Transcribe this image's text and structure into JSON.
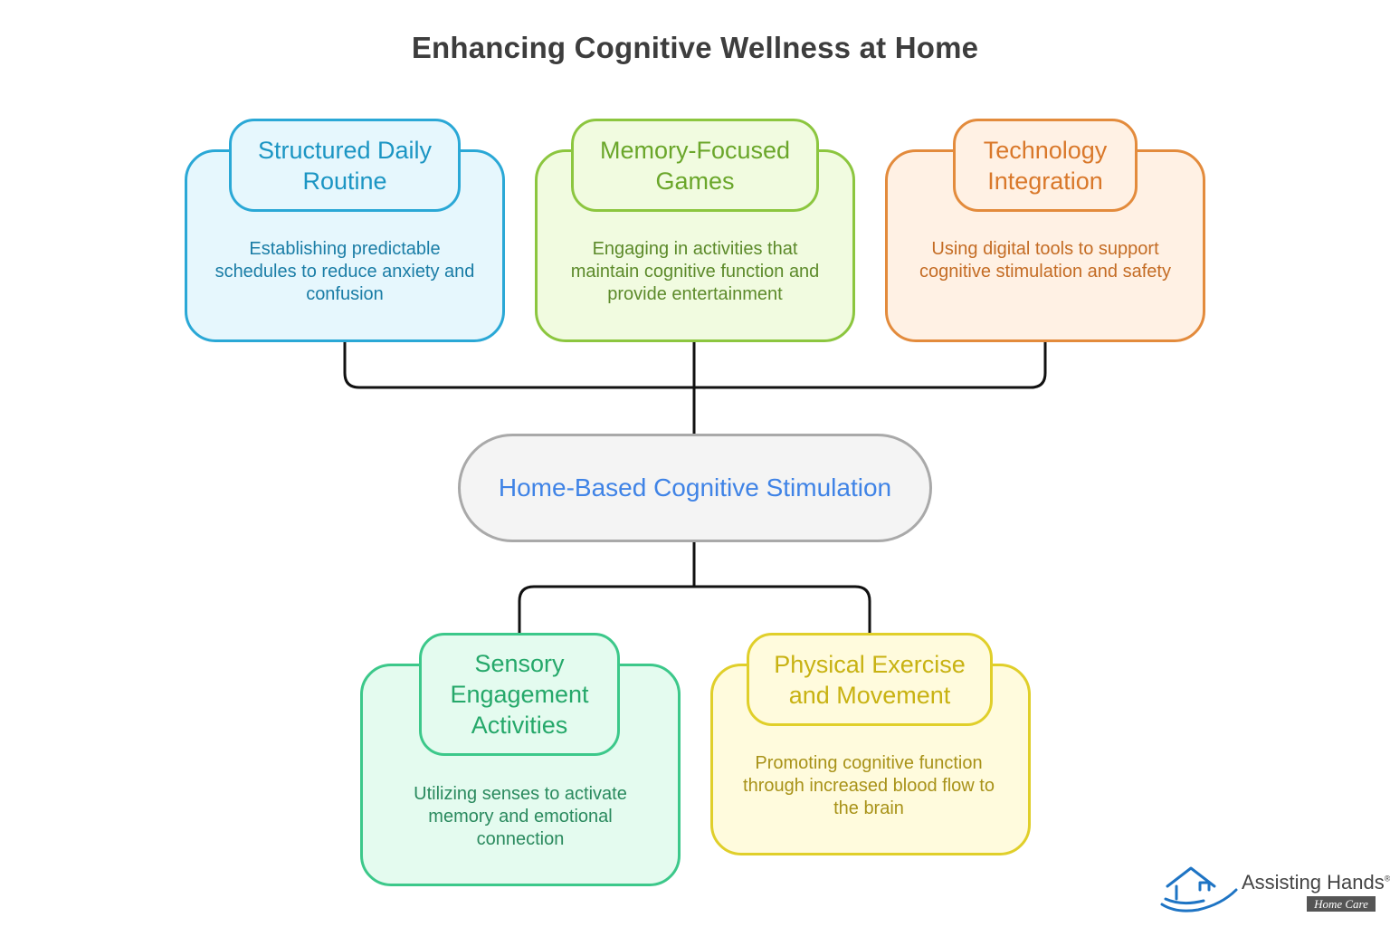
{
  "title": "Enhancing Cognitive Wellness at Home",
  "center": {
    "label": "Home-Based Cognitive Stimulation"
  },
  "nodes": [
    {
      "id": "structured-daily-routine",
      "title": "Structured Daily Routine",
      "desc": "Establishing predictable schedules to reduce anxiety and confusion",
      "color": "#2aa8d6"
    },
    {
      "id": "memory-focused-games",
      "title": "Memory-Focused Games",
      "desc": "Engaging in activities that maintain cognitive function and provide entertainment",
      "color": "#8cc63f"
    },
    {
      "id": "technology-integration",
      "title": "Technology Integration",
      "desc": "Using digital tools to support cognitive stimulation and safety",
      "color": "#e38b3c"
    },
    {
      "id": "sensory-engagement-activities",
      "title": "Sensory Engagement Activities",
      "desc": "Utilizing senses to activate memory and emotional connection",
      "color": "#3cc88a"
    },
    {
      "id": "physical-exercise-movement",
      "title": "Physical Exercise and Movement",
      "desc": "Promoting cognitive function through increased blood flow to the brain",
      "color": "#e0cf2a"
    }
  ],
  "logo": {
    "name": "Assisting Hands",
    "registered": "®",
    "sub": "Home Care"
  }
}
